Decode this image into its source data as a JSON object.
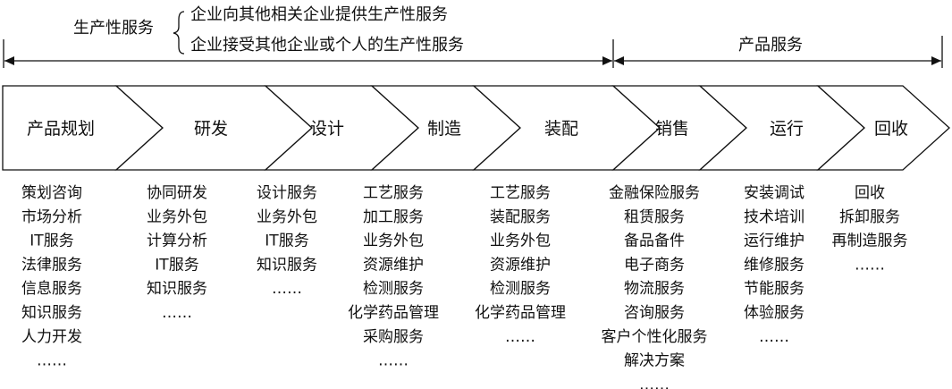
{
  "header": {
    "left_label": "生产性服务",
    "branches": [
      "企业向其他相关企业提供生产性服务",
      "企业接受其他企业或个人的生产性服务"
    ],
    "right_label": "产品服务"
  },
  "stages": [
    {
      "label": "产品规划",
      "items": [
        "策划咨询",
        "市场分析",
        "IT服务",
        "法律服务",
        "信息服务",
        "知识服务",
        "人力开发",
        "……"
      ]
    },
    {
      "label": "研发",
      "items": [
        "协同研发",
        "业务外包",
        "计算分析",
        "IT服务",
        "知识服务",
        "……"
      ]
    },
    {
      "label": "设计",
      "items": [
        "设计服务",
        "业务外包",
        "IT服务",
        "知识服务",
        "……"
      ]
    },
    {
      "label": "制造",
      "items": [
        "工艺服务",
        "加工服务",
        "业务外包",
        "资源维护",
        "检测服务",
        "化学药品管理",
        "采购服务",
        "……"
      ]
    },
    {
      "label": "装配",
      "items": [
        "工艺服务",
        "装配服务",
        "业务外包",
        "资源维护",
        "检测服务",
        "化学药品管理",
        "……"
      ]
    },
    {
      "label": "销售",
      "items": [
        "金融保险服务",
        "租赁服务",
        "备品备件",
        "电子商务",
        "物流服务",
        "咨询服务",
        "客户个性化服务",
        "解决方案",
        "……"
      ]
    },
    {
      "label": "运行",
      "items": [
        "安装调试",
        "技术培训",
        "运行维护",
        "维修服务",
        "节能服务",
        "体验服务",
        "……"
      ]
    },
    {
      "label": "回收",
      "items": [
        "回收",
        "拆卸服务",
        "再制造服务",
        "……"
      ]
    }
  ]
}
